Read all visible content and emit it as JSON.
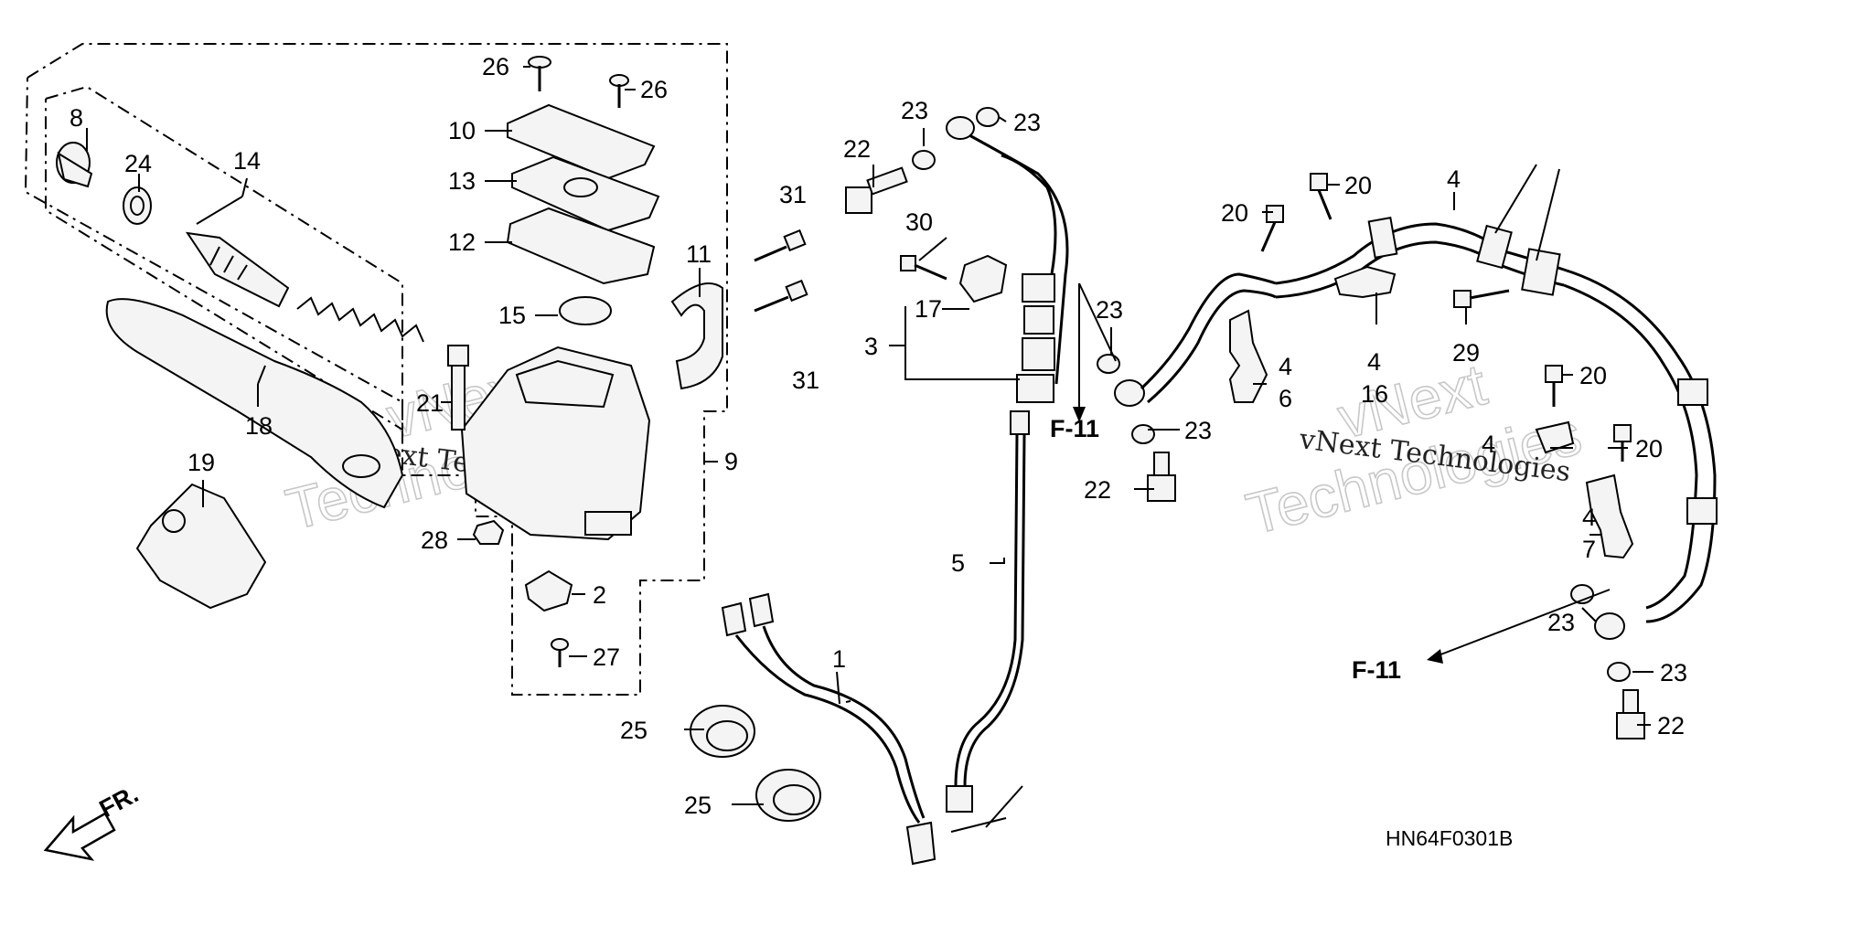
{
  "diagram": {
    "image_code": "HN64F0301B",
    "direction_label": "FR.",
    "watermark_line1": "vNext",
    "watermark_line2": "Technologies",
    "watermark_small": "vNext Technologies",
    "references": [
      "F-11",
      "F-11"
    ],
    "callouts": {
      "c8": "8",
      "c24": "24",
      "c14": "14",
      "c18": "18",
      "c19": "19",
      "c26a": "26",
      "c26b": "26",
      "c10": "10",
      "c13": "13",
      "c12": "12",
      "c15": "15",
      "c21": "21",
      "c28": "28",
      "c2": "2",
      "c27": "27",
      "c11": "11",
      "c31a": "31",
      "c31b": "31",
      "c9": "9",
      "c22a": "22",
      "c23a": "23",
      "c23b": "23",
      "c30": "30",
      "c17": "17",
      "c3": "3",
      "c5": "5",
      "c1": "1",
      "c25a": "25",
      "c25b": "25",
      "c23c": "23",
      "c23d": "23",
      "c22b": "22",
      "c20a": "20",
      "c20b": "20",
      "c4a": "4",
      "c4b": "4",
      "c6": "6",
      "c4c": "4",
      "c16": "16",
      "c29": "29",
      "c20c": "20",
      "c4d": "4",
      "c20d": "20",
      "c4e": "4",
      "c7": "7",
      "c23e": "23",
      "c23f": "23",
      "c22c": "22"
    }
  }
}
